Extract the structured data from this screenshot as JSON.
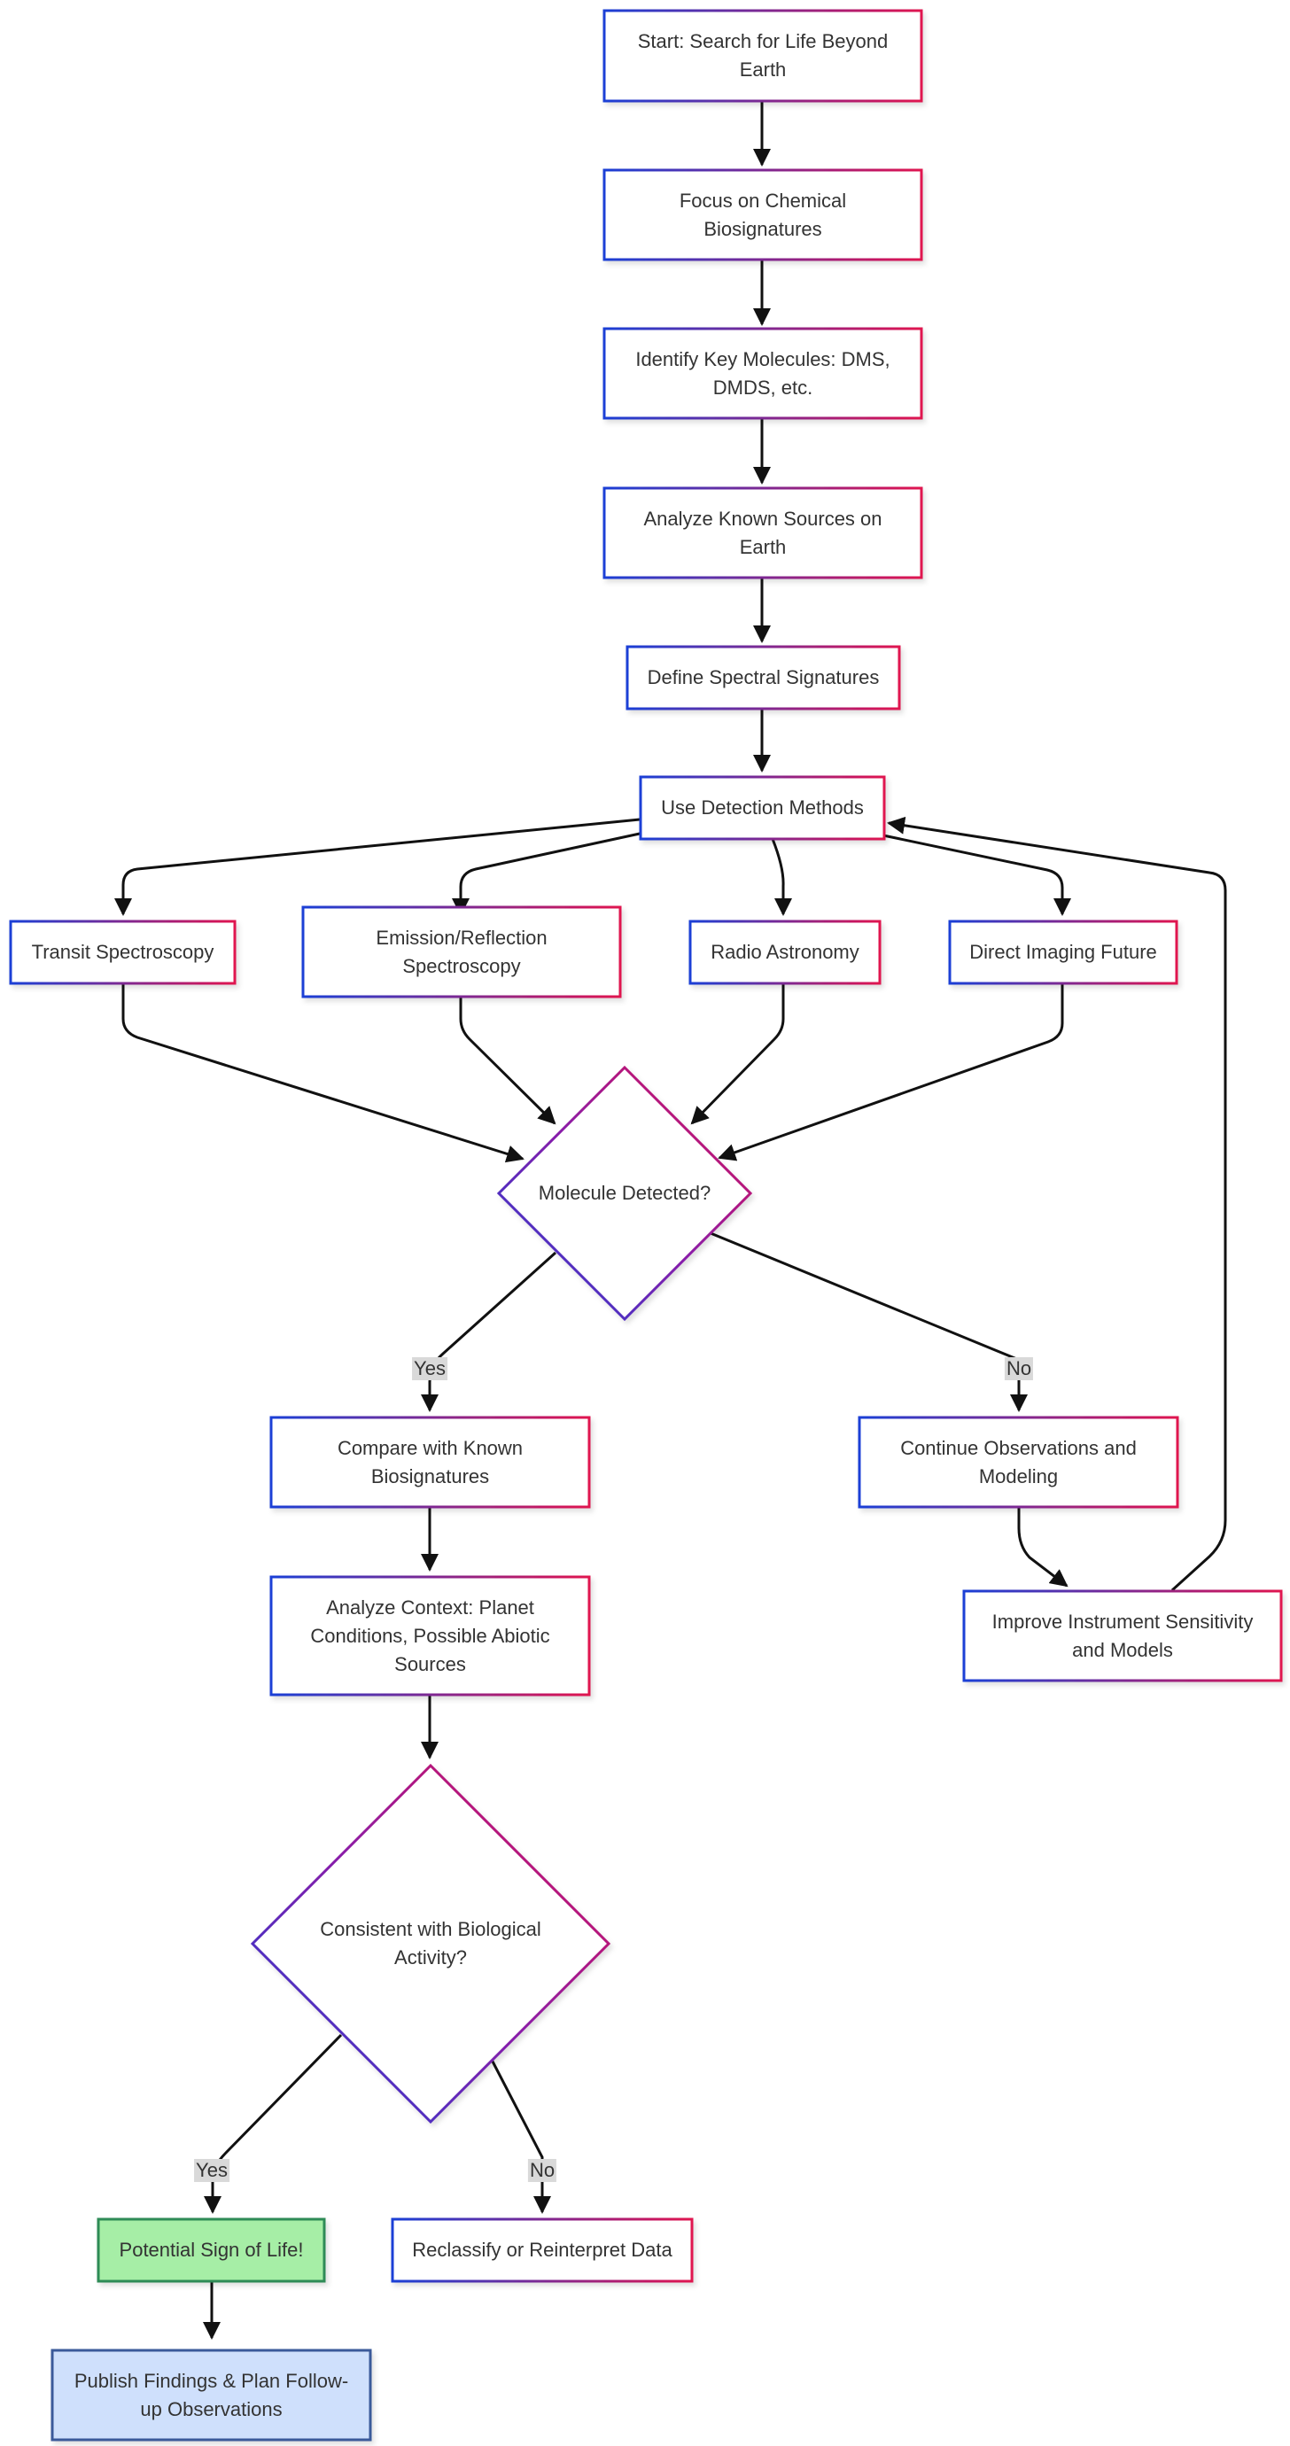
{
  "nodes": {
    "start": "Start: Search for Life Beyond Earth",
    "focus": "Focus on Chemical Biosignatures",
    "identify": "Identify Key Molecules: DMS, DMDS, etc.",
    "analyze_sources": "Analyze Known Sources on Earth",
    "spectral": "Define Spectral Signatures",
    "detection": "Use Detection Methods",
    "transit": "Transit Spectroscopy",
    "emission": "Emission/Reflection Spectroscopy",
    "radio": "Radio Astronomy",
    "imaging": "Direct Imaging Future",
    "detected": "Molecule Detected?",
    "compare": "Compare with Known Biosignatures",
    "continue": "Continue Observations and Modeling",
    "improve": "Improve Instrument Sensitivity and Models",
    "context": "Analyze Context: Planet Conditions, Possible Abiotic Sources",
    "consistent": "Consistent with Biological Activity?",
    "life": "Potential Sign of Life!",
    "reclassify": "Reclassify or Reinterpret Data",
    "publish": "Publish Findings & Plan Follow-up Observations"
  },
  "edge_labels": {
    "detected_yes": "Yes",
    "detected_no": "No",
    "consistent_yes": "Yes",
    "consistent_no": "No"
  },
  "colors": {
    "gradient_start": "#1a3fd6",
    "gradient_end": "#e0124f",
    "diamond_mid": "#8a1ca8",
    "life_fill": "#a6eea6",
    "life_stroke": "#2e8b57",
    "publish_fill": "#cfe0fc",
    "publish_stroke": "#3b5a9a",
    "edge": "#111111",
    "label_bg": "#d9d9d9"
  }
}
